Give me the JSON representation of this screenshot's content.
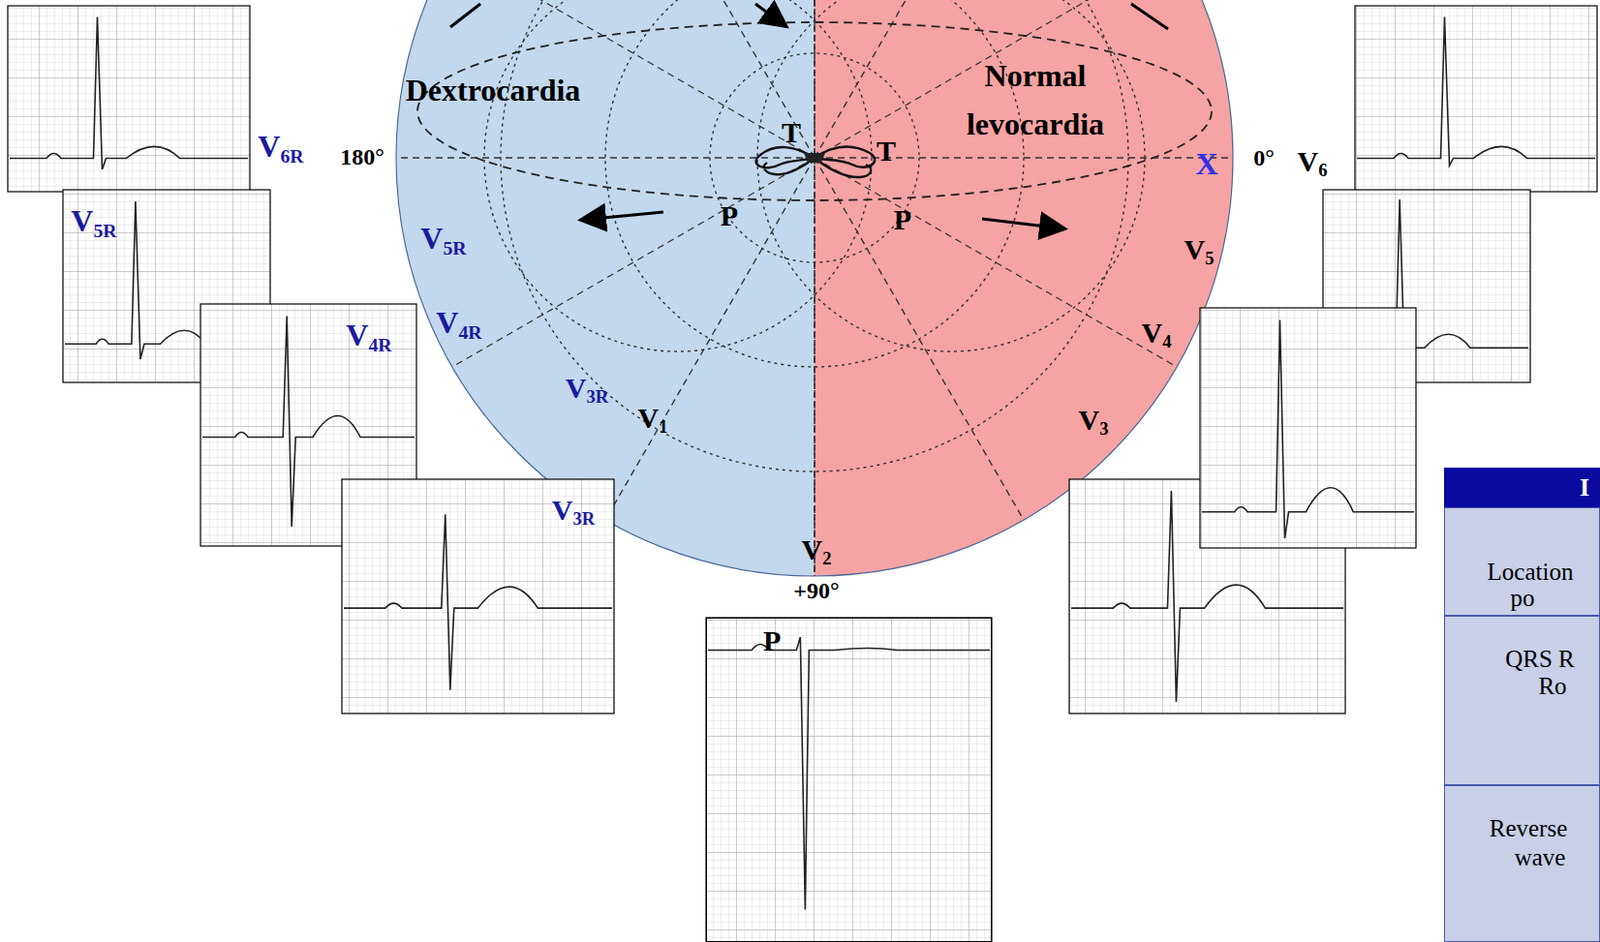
{
  "diagram": {
    "nodes": [
      {
        "text": [
          "P"
        ]
      }
    ],
    "labels": [
      "V6R",
      "180°",
      "V5R",
      "V5R",
      "V4R",
      "V4R",
      "V3R",
      "V3R",
      "V1",
      "V2",
      "+90°",
      "V3",
      "V4",
      "V5",
      "X",
      "0°",
      "V6",
      "Dextrocardia",
      "Normal levocardia",
      "T",
      "T",
      "P",
      "P",
      "I",
      "Location",
      "po",
      "QRS R",
      "Ro",
      "Reverse",
      "wave"
    ]
  }
}
